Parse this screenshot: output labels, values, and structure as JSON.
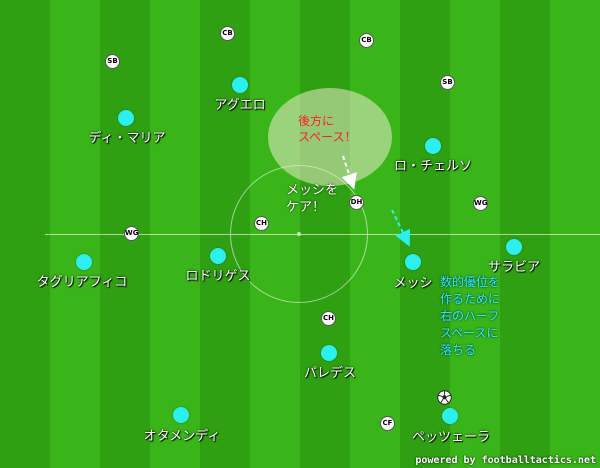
{
  "opponents": [
    {
      "role": "CB",
      "label": "CB"
    },
    {
      "role": "CB",
      "label": "CB"
    },
    {
      "role": "SB",
      "label": "SB"
    },
    {
      "role": "SB",
      "label": "SB"
    },
    {
      "role": "DH",
      "label": "DH"
    },
    {
      "role": "WG",
      "label": "WG"
    },
    {
      "role": "WG",
      "label": "WG"
    },
    {
      "role": "CH",
      "label": "CH"
    },
    {
      "role": "CH",
      "label": "CH"
    },
    {
      "role": "CF",
      "label": "CF"
    }
  ],
  "players": [
    {
      "name": "アグエロ"
    },
    {
      "name": "ディ・マリア"
    },
    {
      "name": "ロ・チェルソ"
    },
    {
      "name": "タグリアフィコ"
    },
    {
      "name": "ロドリゲス"
    },
    {
      "name": "メッシ"
    },
    {
      "name": "サラビア"
    },
    {
      "name": "パレデス"
    },
    {
      "name": "オタメンディ"
    },
    {
      "name": "ペッツェーラ"
    }
  ],
  "annotations": {
    "space_note": [
      "後方に",
      "スペース！"
    ],
    "care_note": [
      "メッシを",
      "ケア！"
    ],
    "drop_note": [
      "数的優位を",
      "作るために",
      "右のハーフ",
      "スペースに",
      "落ちる"
    ]
  },
  "credit": "powered by footballtactics.net",
  "colors": {
    "team": "#2cf0f0",
    "opponent": "#ffffff",
    "space_note": "#ff2020",
    "pitch": "#35ab17"
  }
}
